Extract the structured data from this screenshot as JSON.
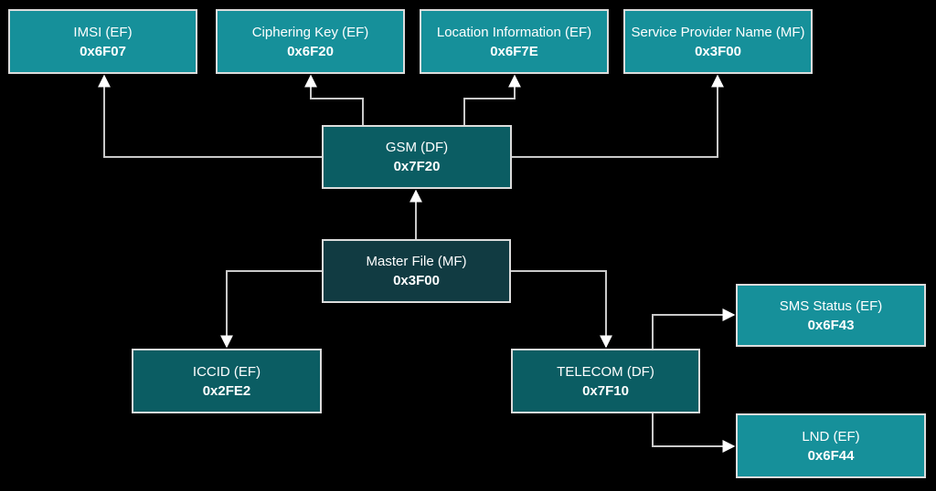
{
  "diagram": {
    "nodes": [
      {
        "id": "imsi",
        "label": "IMSI (EF)",
        "code": "0x6F07",
        "tier": "bright"
      },
      {
        "id": "ciphering-key",
        "label": "Ciphering Key (EF)",
        "code": "0x6F20",
        "tier": "bright"
      },
      {
        "id": "location-information",
        "label": "Location Information (EF)",
        "code": "0x6F7E",
        "tier": "bright"
      },
      {
        "id": "service-provider-name",
        "label": "Service Provider Name (MF)",
        "code": "0x3F00",
        "tier": "bright"
      },
      {
        "id": "gsm",
        "label": "GSM (DF)",
        "code": "0x7F20",
        "tier": "mid"
      },
      {
        "id": "master-file",
        "label": "Master File (MF)",
        "code": "0x3F00",
        "tier": "dark"
      },
      {
        "id": "iccid",
        "label": "ICCID (EF)",
        "code": "0x2FE2",
        "tier": "mid"
      },
      {
        "id": "telecom",
        "label": "TELECOM (DF)",
        "code": "0x7F10",
        "tier": "mid"
      },
      {
        "id": "sms-status",
        "label": "SMS Status (EF)",
        "code": "0x6F43",
        "tier": "bright"
      },
      {
        "id": "lnd",
        "label": "LND (EF)",
        "code": "0x6F44",
        "tier": "bright"
      }
    ],
    "edges": [
      {
        "from": "gsm",
        "to": "imsi"
      },
      {
        "from": "gsm",
        "to": "ciphering-key"
      },
      {
        "from": "gsm",
        "to": "location-information"
      },
      {
        "from": "gsm",
        "to": "service-provider-name"
      },
      {
        "from": "master-file",
        "to": "gsm"
      },
      {
        "from": "master-file",
        "to": "iccid"
      },
      {
        "from": "master-file",
        "to": "telecom"
      },
      {
        "from": "telecom",
        "to": "sms-status"
      },
      {
        "from": "telecom",
        "to": "lnd"
      }
    ],
    "colors": {
      "background": "#000000",
      "node_bright": "#16909a",
      "node_mid": "#0b5d63",
      "node_dark": "#113b42",
      "node_border": "#dcdcdc",
      "connector_line": "#c9c9c9",
      "arrowhead": "#ffffff",
      "text": "#ffffff"
    }
  }
}
